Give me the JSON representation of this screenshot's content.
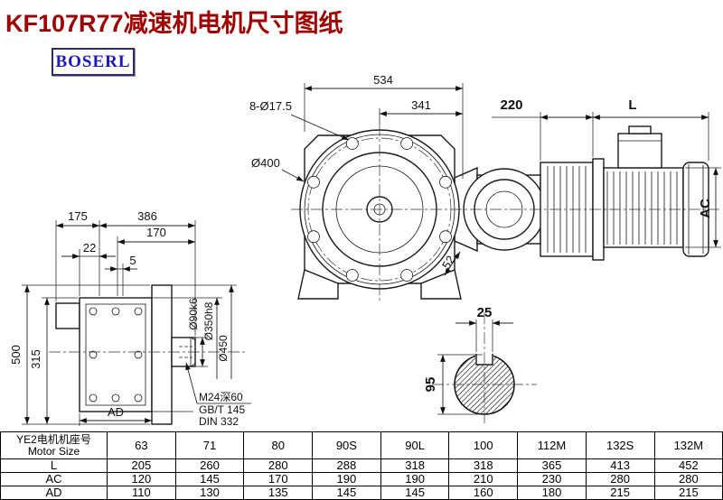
{
  "title": "KF107R77减速机电机尺寸图纸",
  "brand": "BOSERL",
  "front_view": {
    "dim_width_total": "534",
    "dim_width_right": "341",
    "bolt_holes": "8-Ø17.5",
    "flange_diameter": "Ø400",
    "dim_52": "52"
  },
  "motor_view": {
    "dim_220": "220",
    "dim_length": "L",
    "dim_ac": "AC"
  },
  "side_view": {
    "dim_175": "175",
    "dim_386": "386",
    "dim_170": "170",
    "dim_22": "22",
    "dim_5": "5",
    "dim_500": "500",
    "dim_315": "315",
    "shaft_diameter": "Ø90k6",
    "spigot_diameter": "Ø350h8",
    "flange_diameter": "Ø450",
    "dim_ad": "AD",
    "thread_note_line1": "M24深60",
    "thread_note_line2": "GB/T 145",
    "thread_note_line3": "DIN 332"
  },
  "shaft_section": {
    "key_width": "25",
    "shaft_diameter": "95"
  },
  "table": {
    "col_header_line1": "YE2电机机座号",
    "col_header_line2": "Motor Size",
    "sizes": [
      "63",
      "71",
      "80",
      "90S",
      "90L",
      "100",
      "112M",
      "132S",
      "132M"
    ],
    "rows": [
      {
        "label": "L",
        "values": [
          "205",
          "260",
          "280",
          "288",
          "318",
          "318",
          "365",
          "413",
          "452"
        ]
      },
      {
        "label": "AC",
        "values": [
          "120",
          "145",
          "170",
          "190",
          "190",
          "210",
          "230",
          "280",
          "280"
        ]
      },
      {
        "label": "AD",
        "values": [
          "110",
          "130",
          "135",
          "145",
          "145",
          "160",
          "180",
          "215",
          "215"
        ]
      }
    ]
  }
}
